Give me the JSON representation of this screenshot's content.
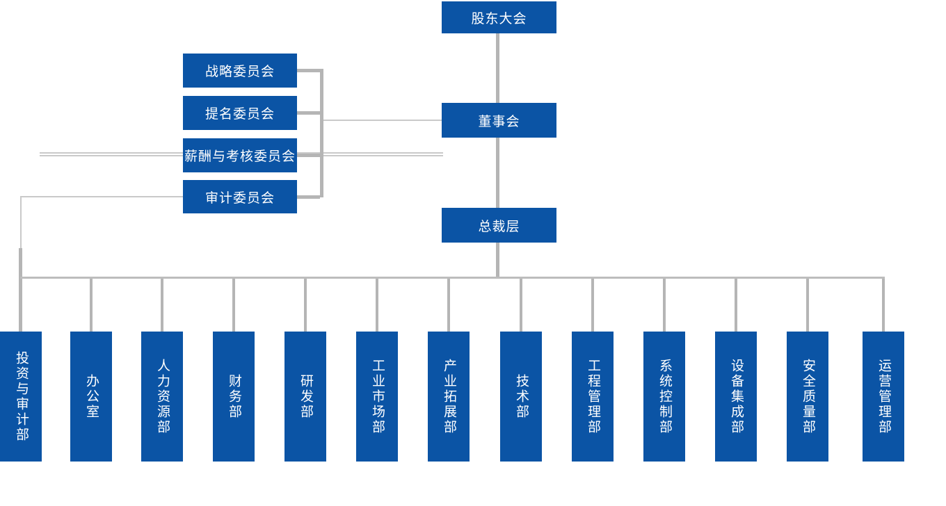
{
  "org_chart": {
    "type": "org-hierarchy-diagram",
    "nodes": {
      "shareholders": "股东大会",
      "board": "董事会",
      "president": "总裁层"
    },
    "committees": [
      {
        "label": "战略委员会"
      },
      {
        "label": "提名委员会"
      },
      {
        "label": "薪酬与考核委员会"
      },
      {
        "label": "审计委员会"
      }
    ],
    "departments": [
      {
        "label": "投资与审计部"
      },
      {
        "label": "办公室"
      },
      {
        "label": "人力资源部"
      },
      {
        "label": "财务部"
      },
      {
        "label": "研发部"
      },
      {
        "label": "工业市场部"
      },
      {
        "label": "产业拓展部"
      },
      {
        "label": "技术部"
      },
      {
        "label": "工程管理部"
      },
      {
        "label": "系统控制部"
      },
      {
        "label": "设备集成部"
      },
      {
        "label": "安全质量部"
      },
      {
        "label": "运营管理部"
      }
    ],
    "colors": {
      "node_fill": "#0B54A5",
      "node_text": "#FFFFFF",
      "connector_thick": "#B5B5B5",
      "connector_thin": "#C9C9C9",
      "connector_mid": "#BDBDBD"
    }
  }
}
